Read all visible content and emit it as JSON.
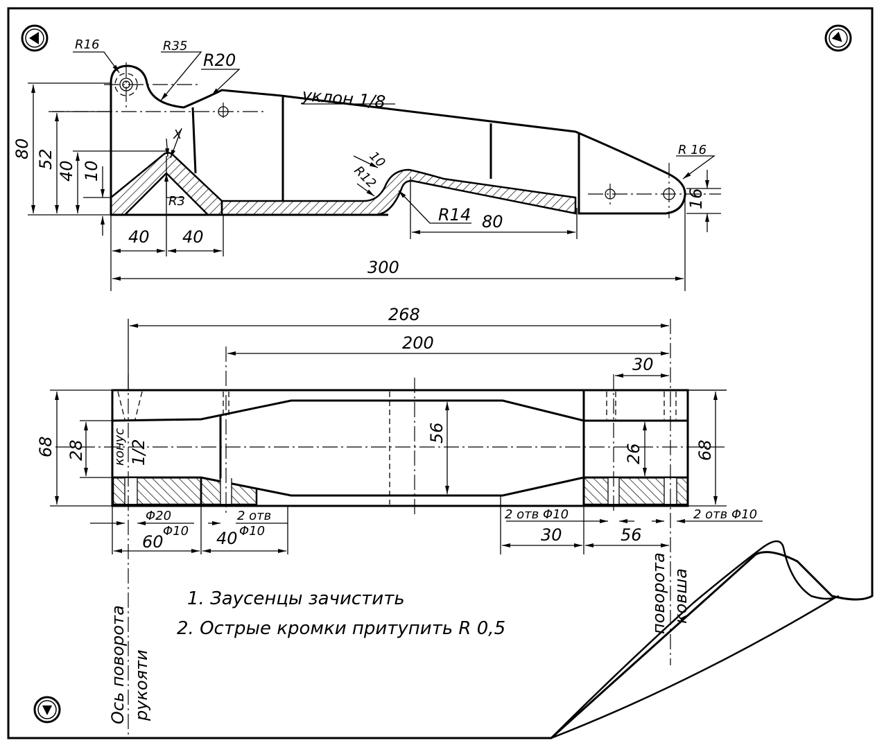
{
  "drawing": {
    "radii": {
      "r16_top": "R16",
      "r35": "R35",
      "r20": "R20",
      "r3": "R3",
      "r12": "R12",
      "r10": "10",
      "r14": "R14",
      "r16_right": "R 16",
      "x_small": "X"
    },
    "slope_label": "уклон  1/8",
    "top_view_dims": {
      "h80": "80",
      "h52": "52",
      "h40": "40",
      "h10": "10",
      "w40a": "40",
      "w40b": "40",
      "w80": "80",
      "w300": "300",
      "h16": "16"
    },
    "bottom_view_dims": {
      "w268": "268",
      "w200": "200",
      "w30_top": "30",
      "h68_left": "68",
      "h28": "28",
      "cone": "конус",
      "cone_ratio": "1/2",
      "h56": "56",
      "h26": "26",
      "h68_right": "68",
      "d20": "Φ20",
      "d10a": "Φ10",
      "holes_label": "2 отв",
      "d10b": "Φ10",
      "holes_d10_mid": "2 отв Φ10",
      "holes_d10_right": "2 отв Φ10",
      "w60": "60",
      "w40": "40",
      "w30_bottom": "30",
      "w56": "56"
    },
    "axis_labels": {
      "handle_axis_line1": "Ось поворота",
      "handle_axis_line2": "рукояти",
      "bucket_axis_line1": "поворота",
      "bucket_axis_line2": "ковша"
    },
    "notes": [
      "1. Заусенцы зачистить",
      "2. Острые кромки притупить R 0,5"
    ]
  }
}
